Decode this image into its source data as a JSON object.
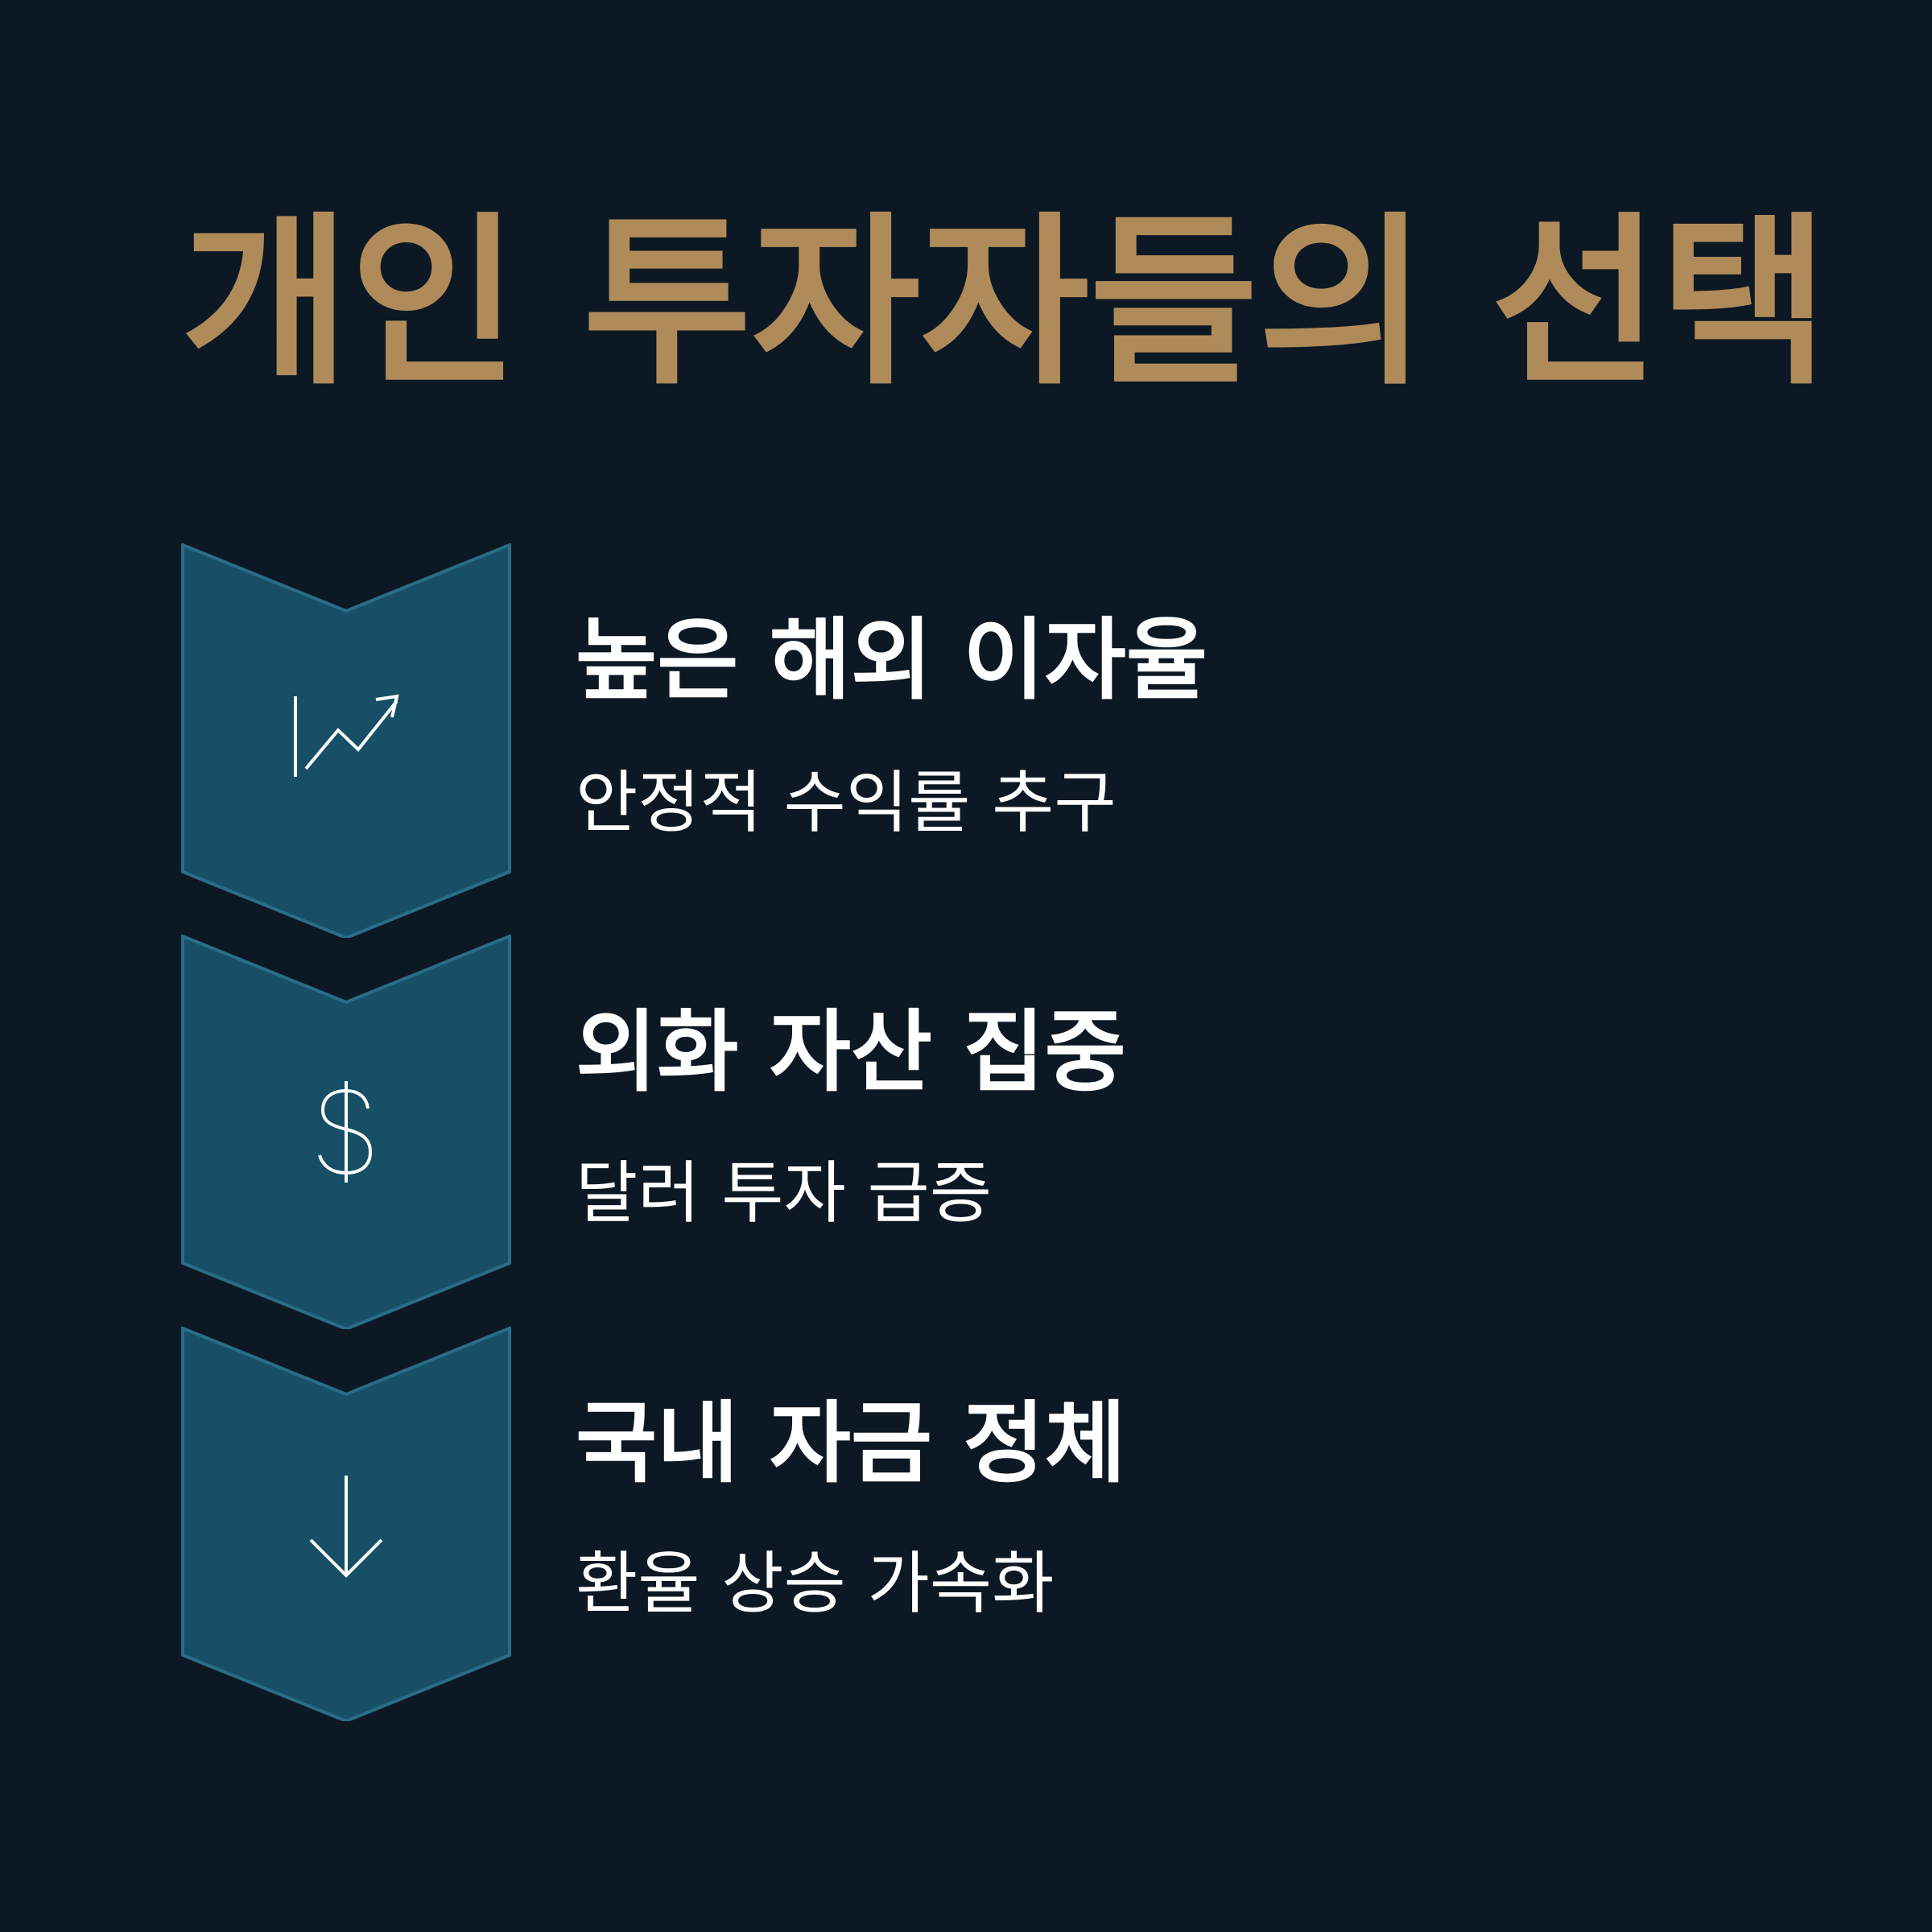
{
  "colors": {
    "background": "#0c1823",
    "title": "#b08b5a",
    "chevron_fill": "#164f66",
    "chevron_stroke": "#2a6d88",
    "text": "#ffffff"
  },
  "title": "개인 투자자들의 선택",
  "steps": [
    {
      "icon": "trending-up-chart-icon",
      "title": "높은 해외 이자율",
      "subtitle": "안정적 수익률 추구"
    },
    {
      "icon": "dollar-sign-icon",
      "title": "외화 자산 집중",
      "subtitle": "달러 투자 급증"
    },
    {
      "icon": "arrow-down-icon",
      "title": "국내 자금 정체",
      "subtitle": "환율 상승 가속화"
    }
  ]
}
